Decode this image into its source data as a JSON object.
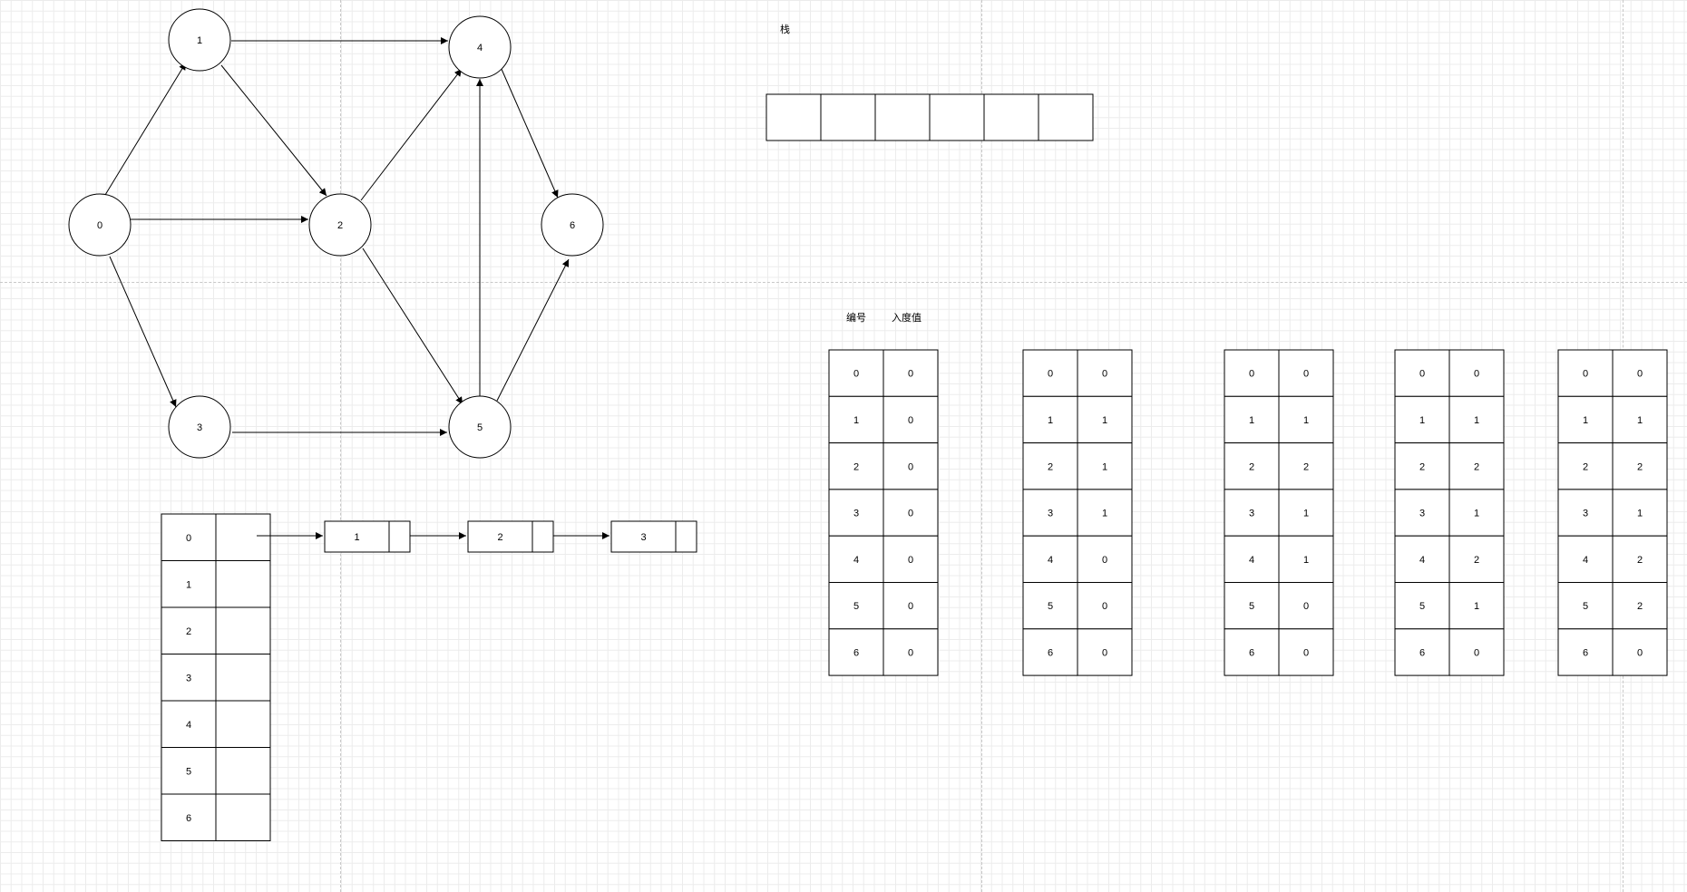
{
  "graph": {
    "nodes": [
      "0",
      "1",
      "2",
      "3",
      "4",
      "5",
      "6"
    ],
    "edges": [
      [
        "0",
        "1"
      ],
      [
        "0",
        "2"
      ],
      [
        "0",
        "3"
      ],
      [
        "1",
        "4"
      ],
      [
        "1",
        "2"
      ],
      [
        "2",
        "4"
      ],
      [
        "2",
        "5"
      ],
      [
        "3",
        "5"
      ],
      [
        "5",
        "4"
      ],
      [
        "4",
        "6"
      ],
      [
        "5",
        "6"
      ]
    ]
  },
  "stack": {
    "title": "栈",
    "cells": [
      "",
      "",
      "",
      "",
      "",
      ""
    ]
  },
  "indegree": {
    "header_id": "编号",
    "header_value": "入度值",
    "tables": [
      {
        "ids": [
          "0",
          "1",
          "2",
          "3",
          "4",
          "5",
          "6"
        ],
        "values": [
          "0",
          "0",
          "0",
          "0",
          "0",
          "0",
          "0"
        ]
      },
      {
        "ids": [
          "0",
          "1",
          "2",
          "3",
          "4",
          "5",
          "6"
        ],
        "values": [
          "0",
          "1",
          "1",
          "1",
          "0",
          "0",
          "0"
        ]
      },
      {
        "ids": [
          "0",
          "1",
          "2",
          "3",
          "4",
          "5",
          "6"
        ],
        "values": [
          "0",
          "1",
          "2",
          "1",
          "1",
          "0",
          "0"
        ]
      },
      {
        "ids": [
          "0",
          "1",
          "2",
          "3",
          "4",
          "5",
          "6"
        ],
        "values": [
          "0",
          "1",
          "2",
          "1",
          "2",
          "1",
          "0"
        ]
      },
      {
        "ids": [
          "0",
          "1",
          "2",
          "3",
          "4",
          "5",
          "6"
        ],
        "values": [
          "0",
          "1",
          "2",
          "1",
          "2",
          "2",
          "0"
        ]
      }
    ]
  },
  "adjacency": {
    "rows": [
      "0",
      "1",
      "2",
      "3",
      "4",
      "5",
      "6"
    ],
    "list_row0": [
      "1",
      "2",
      "3"
    ]
  }
}
